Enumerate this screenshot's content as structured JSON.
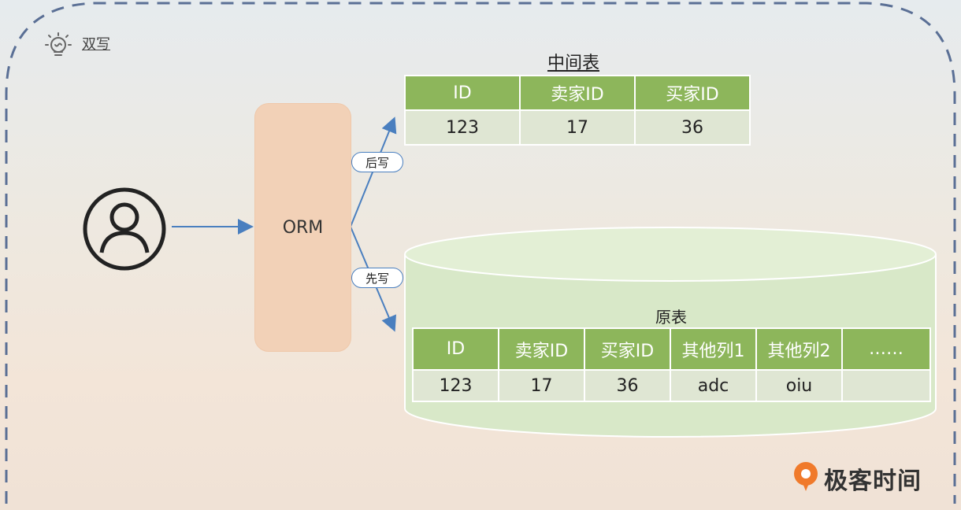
{
  "header": {
    "title": "双写",
    "icon": "lightbulb-icon"
  },
  "user": {
    "icon": "user-icon"
  },
  "orm": {
    "label": "ORM"
  },
  "arrows": {
    "later_write": "后写",
    "first_write": "先写"
  },
  "middle_table": {
    "title": "中间表",
    "columns": [
      "ID",
      "卖家ID",
      "买家ID"
    ],
    "rows": [
      [
        "123",
        "17",
        "36"
      ]
    ]
  },
  "original_table": {
    "title": "原表",
    "columns": [
      "ID",
      "卖家ID",
      "买家ID",
      "其他列1",
      "其他列2",
      "……"
    ],
    "rows": [
      [
        "123",
        "17",
        "36",
        "adc",
        "oiu",
        ""
      ]
    ]
  },
  "brand": {
    "name": "极客时间"
  },
  "colors": {
    "table_header": "#8db65b",
    "table_cell": "#dfe6d3",
    "orm_box": "#f2d1b7",
    "arrow": "#4a7fbf",
    "cylinder": "#d5e6c4",
    "frame_dash": "#5a6f95",
    "brand_orange": "#f07a2b"
  }
}
